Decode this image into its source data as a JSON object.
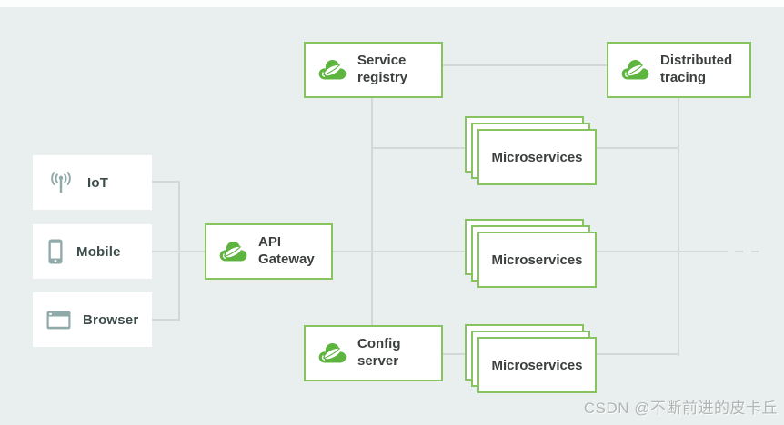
{
  "page": {
    "background_color": "#e9efee",
    "top_strip_color": "#fcfdfd"
  },
  "colors": {
    "node_border_green": "#87c45f",
    "spring_logo_green": "#5db43e",
    "client_icon_gray": "#90a9a9",
    "connector_line": "#d2d8d7",
    "label_text": "#3b3f3e",
    "watermark_text": "#b2b5b4"
  },
  "clients": {
    "items": [
      {
        "label": "IoT",
        "icon": "iot-antenna-icon"
      },
      {
        "label": "Mobile",
        "icon": "mobile-phone-icon"
      },
      {
        "label": "Browser",
        "icon": "browser-window-icon"
      }
    ]
  },
  "nodes": {
    "api_gateway": {
      "line1": "API",
      "line2": "Gateway",
      "icon": "spring-cloud-logo"
    },
    "service_registry": {
      "line1": "Service",
      "line2": "registry",
      "icon": "spring-cloud-logo"
    },
    "distributed_tracing": {
      "line1": "Distributed",
      "line2": "tracing",
      "icon": "spring-cloud-logo"
    },
    "config_server": {
      "line1": "Config",
      "line2": "server",
      "icon": "spring-cloud-logo"
    }
  },
  "microservices": {
    "stacks": [
      {
        "label": "Microservices"
      },
      {
        "label": "Microservices"
      },
      {
        "label": "Microservices"
      }
    ]
  },
  "watermark": {
    "text": "CSDN @不断前进的皮卡丘"
  }
}
